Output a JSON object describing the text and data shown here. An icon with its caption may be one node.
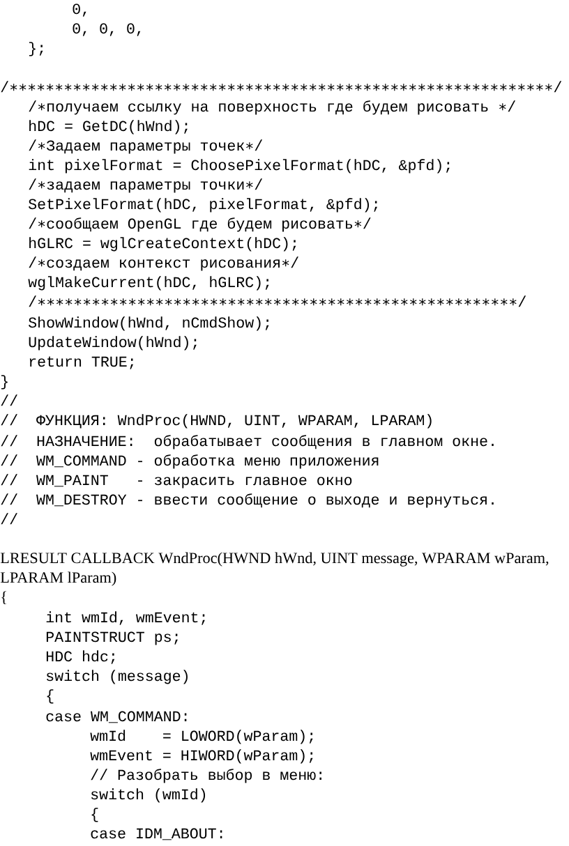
{
  "diagram": {
    "labels": [
      "0,",
      "0, 0, 0,",
      "};",
      "/∗∗∗∗∗∗∗∗∗∗∗∗∗∗∗∗∗∗∗∗∗∗∗∗∗∗∗∗∗∗∗∗∗∗∗∗∗∗∗∗∗∗∗∗∗∗∗∗∗∗∗∗∗∗∗∗∗∗∗∗/",
      "/∗получаем ссылку на поверхность где будем рисовать ∗/",
      "hDC = GetDC(hWnd);",
      "/∗Задаем параметры точек∗/",
      "int pixelFormat = ChoosePixelFormat(hDC, &pfd);",
      "/∗задаем параметры точки∗/",
      "SetPixelFormat(hDC, pixelFormat, &pfd);",
      "/∗сообщаем OpenGL где будем рисовать∗/",
      "hGLRC = wglCreateContext(hDC);",
      "/∗создаем контекст рисования∗/",
      "wglMakeCurrent(hDC, hGLRC);",
      "/∗∗∗∗∗∗∗∗∗∗∗∗∗∗∗∗∗∗∗∗∗∗∗∗∗∗∗∗∗∗∗∗∗∗∗∗∗∗∗∗∗∗∗∗∗∗∗∗∗∗∗∗∗/",
      "ShowWindow(hWnd, nCmdShow);",
      "UpdateWindow(hWnd);",
      "return TRUE;",
      "}",
      "//",
      "//  ФУНКЦИЯ: WndProc(HWND, UINT, WPARAM, LPARAM)",
      "//  НАЗНАЧЕНИЕ:  обрабатывает сообщения в главном окне.",
      "//  WM_COMMAND - обработка меню приложения",
      "//  WM_PAINT   - закрасить главное окно",
      "//  WM_DESTROY - ввести сообщение о выходе и вернуться.",
      "//",
      "LRESULT CALLBACK WndProc(HWND hWnd, UINT message, WPARAM wParam,",
      "LPARAM lParam)",
      "{",
      "int wmId, wmEvent;",
      "PAINTSTRUCT ps;",
      "HDC hdc;",
      "switch (message)",
      "{",
      "case WM_COMMAND:",
      "wmId    = LOWORD(wParam);",
      "wmEvent = HIWORD(wParam);",
      "// Разобрать выбор в меню:",
      "switch (wmId)",
      "{",
      "case IDM_ABOUT:"
    ]
  }
}
